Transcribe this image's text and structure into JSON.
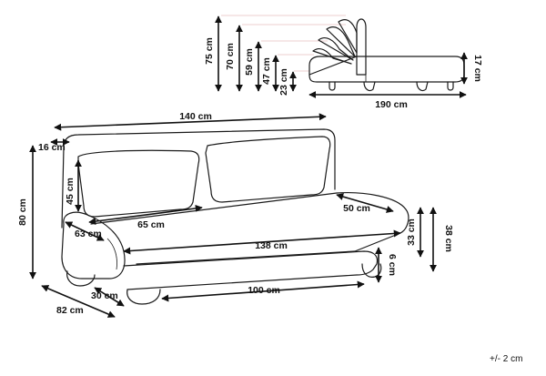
{
  "side_view": {
    "heights": [
      "75 cm",
      "70 cm",
      "59 cm",
      "47 cm",
      "23 cm"
    ],
    "seat_thickness": "17 cm",
    "length": "190 cm"
  },
  "main_view": {
    "width_top": "140 cm",
    "armrest_width": "16 cm",
    "total_height": "80 cm",
    "backrest_height": "45 cm",
    "backrest_width": "65 cm",
    "seat_depth": "50 cm",
    "arm_depth": "63 cm",
    "seat_width": "138 cm",
    "height_33": "33 cm",
    "height_38": "38 cm",
    "leg_height": "6 cm",
    "leg_spacing": "100 cm",
    "base_depth": "30 cm",
    "total_depth": "82 cm"
  },
  "tolerance": "+/- 2 cm"
}
